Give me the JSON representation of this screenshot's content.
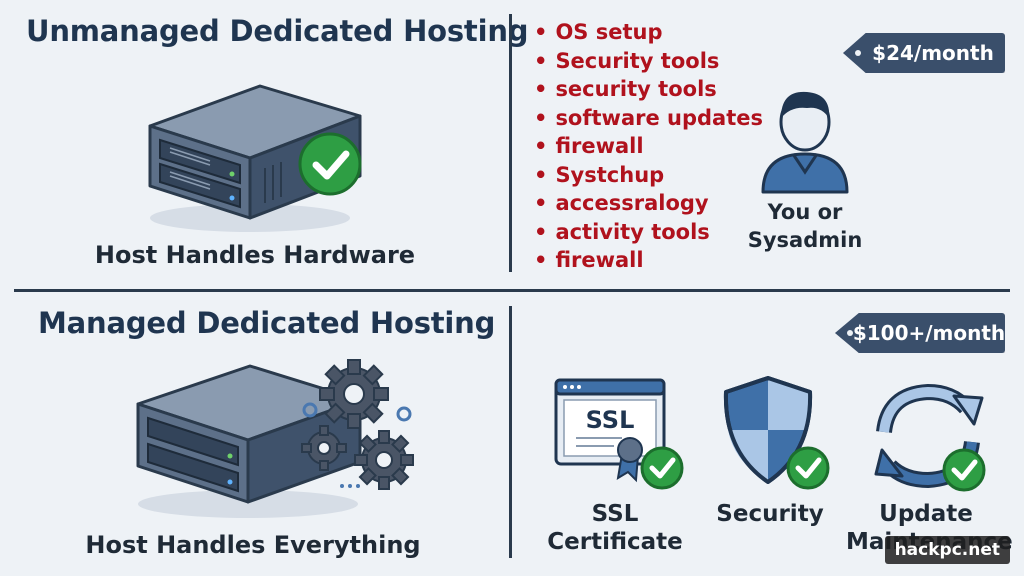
{
  "unmanaged": {
    "title": "Unmanaged Dedicated Hosting",
    "server_caption": "Host Handles Hardware",
    "tasks": [
      "OS setup",
      "Security tools",
      "security tools",
      "software updates",
      "firewall",
      "Systchup",
      "accessralogy",
      "activity tools",
      "firewall"
    ],
    "price": "$24/month",
    "person_label_line1": "You or",
    "person_label_line2": "Sysadmin"
  },
  "managed": {
    "title": "Managed Dedicated Hosting",
    "server_caption": "Host Handles Everything",
    "price": "$100+/month",
    "features": [
      {
        "line1": "SSL",
        "line2": "Certificate",
        "icon": "ssl-certificate-icon"
      },
      {
        "line1": "Security",
        "line2": "",
        "icon": "shield-icon"
      },
      {
        "line1": "Update",
        "line2": "Maintenance",
        "icon": "refresh-icon"
      }
    ],
    "ssl_text": "SSL"
  },
  "watermark": "hackpc.net",
  "colors": {
    "background": "#eef2f6",
    "title": "#1f3550",
    "task_red": "#b0121d",
    "price_tag": "#3a4f6b",
    "check_green": "#2e9e44",
    "divider": "#2a3a4c"
  }
}
